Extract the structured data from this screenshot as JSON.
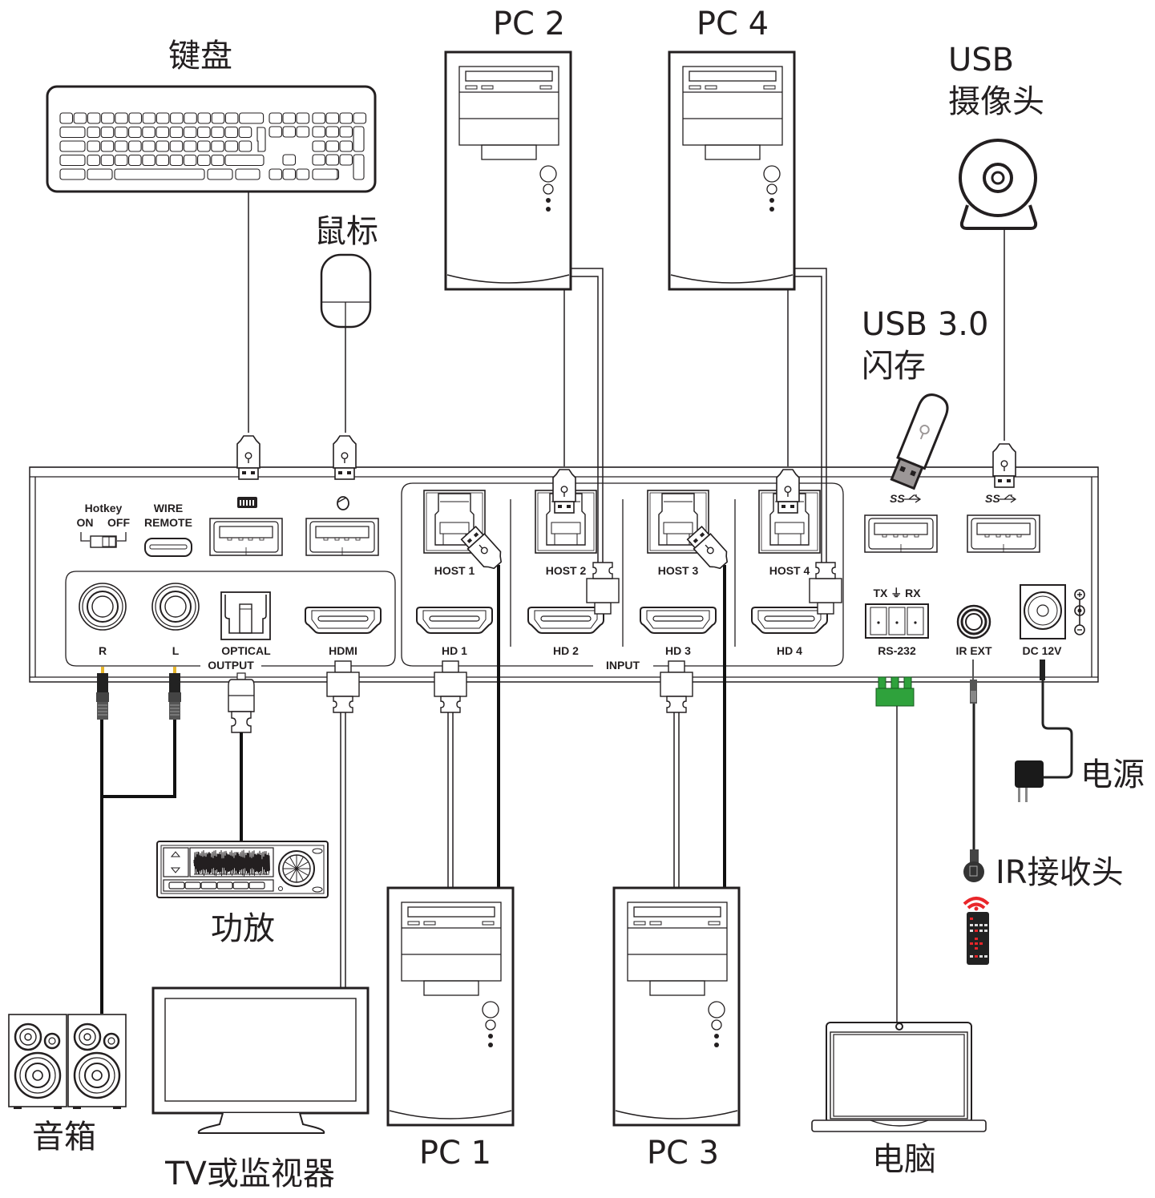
{
  "devices": {
    "keyboard": "键盘",
    "mouse": "鼠标",
    "pc1": "PC 1",
    "pc2": "PC 2",
    "pc3": "PC 3",
    "pc4": "PC 4",
    "usb_camera_line1": "USB",
    "usb_camera_line2": "摄像头",
    "usb_flash_line1": "USB 3.0",
    "usb_flash_line2": "闪存",
    "power": "电源",
    "ir_receiver": "IR接收头",
    "amplifier": "功放",
    "speakers": "音箱",
    "tv": "TV或监视器",
    "computer": "电脑"
  },
  "panel": {
    "hotkey": "Hotkey",
    "on": "ON",
    "off": "OFF",
    "wire_remote_line1": "WIRE",
    "wire_remote_line2": "REMOTE",
    "output_group": "OUTPUT",
    "input_group": "INPUT",
    "output_ports": [
      "R",
      "L",
      "OPTICAL",
      "HDMI"
    ],
    "hosts": [
      "HOST 1",
      "HOST 2",
      "HOST 3",
      "HOST 4"
    ],
    "hd_inputs": [
      "HD 1",
      "HD 2",
      "HD 3",
      "HD 4"
    ],
    "rs232_pins": "TX ⏚ RX",
    "rs232": "RS-232",
    "ir_ext": "IR EXT",
    "dc": "DC 12V",
    "ss_logo": "SS"
  }
}
